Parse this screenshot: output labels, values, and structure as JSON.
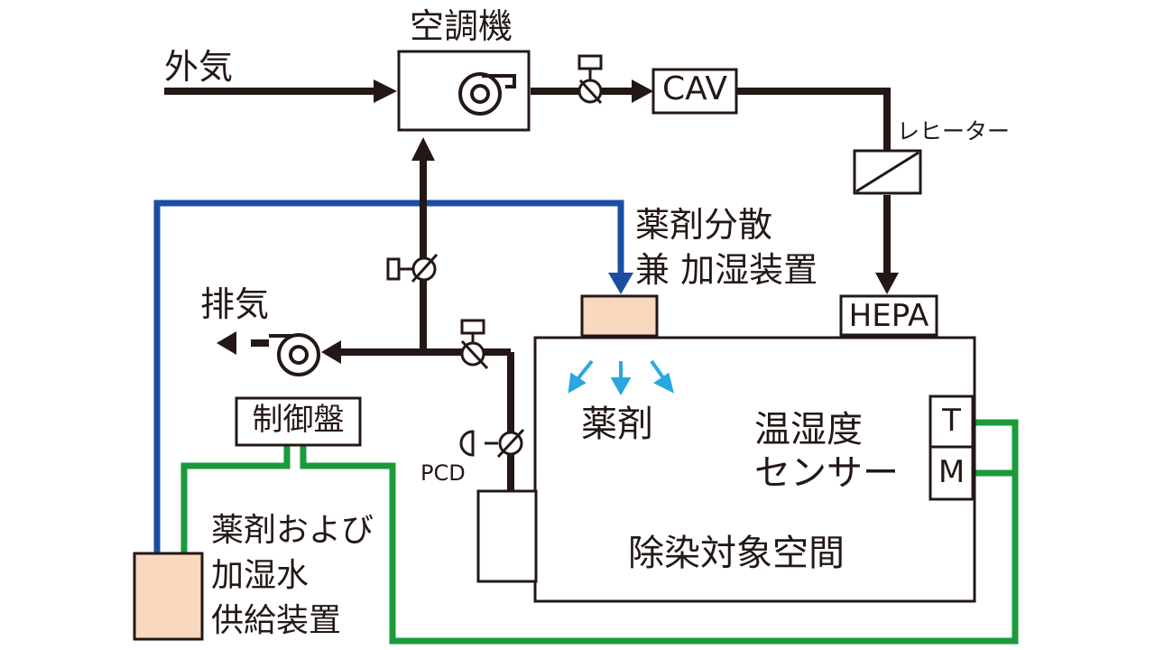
{
  "labels": {
    "outside_air": "外気",
    "air_conditioner": "空調機",
    "cav": "CAV",
    "reheater": "レヒーター",
    "hepa": "HEPA",
    "exhaust": "排気",
    "control_panel": "制御盤",
    "dispenser_line1": "薬剤分散",
    "dispenser_line2": "兼 加湿装置",
    "agent": "薬剤",
    "pcd": "PCD",
    "sensor_line1": "温湿度",
    "sensor_line2": "センサー",
    "sensor_t": "T",
    "sensor_m": "M",
    "target_space": "除染対象空間",
    "supply_line1": "薬剤および",
    "supply_line2": "加湿水",
    "supply_line3": "供給装置"
  },
  "colors": {
    "duct": "#231815",
    "agent_supply_line": "#1b4ea3",
    "control_signal_line": "#1a9a3a",
    "agent_mist": "#2aa7e0",
    "device_fill": "#f8d8be"
  }
}
